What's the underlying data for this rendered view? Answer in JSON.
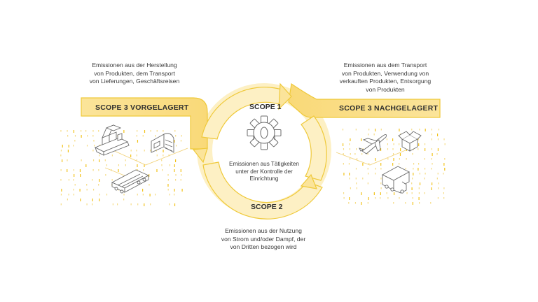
{
  "colors": {
    "accent": "#f5c400",
    "band": "#fbe49a",
    "ring_light": "#fdf0c4",
    "ring_edge": "#efc93a",
    "icon": "#6a6a6a"
  },
  "upstream": {
    "label": "SCOPE 3 VORGELAGERT",
    "description": [
      "Emissionen aus der Herstellung",
      "von Produkten, dem Transport",
      "von Lieferungen, Geschäftsreisen"
    ],
    "icons": [
      "cargo-ship-icon",
      "factory-icon",
      "freight-train-icon"
    ]
  },
  "downstream": {
    "label": "SCOPE 3 NACHGELAGERT",
    "description": [
      "Emissionen aus dem Transport",
      "von Produkten, Verwendung von",
      "verkauften Produkten, Entsorgung",
      "von Produkten"
    ],
    "icons": [
      "airplane-icon",
      "parcel-box-icon",
      "delivery-truck-icon"
    ]
  },
  "scope1": {
    "label": "SCOPE 1",
    "description": [
      "Emissionen aus Tätigkeiten",
      "unter der Kontrolle der",
      "Einrichtung"
    ],
    "icon": "gear-icon"
  },
  "scope2": {
    "label": "SCOPE 2",
    "description": [
      "Emissionen aus der Nutzung",
      "von Strom und/oder Dampf, der",
      "von Dritten bezogen wird"
    ]
  }
}
